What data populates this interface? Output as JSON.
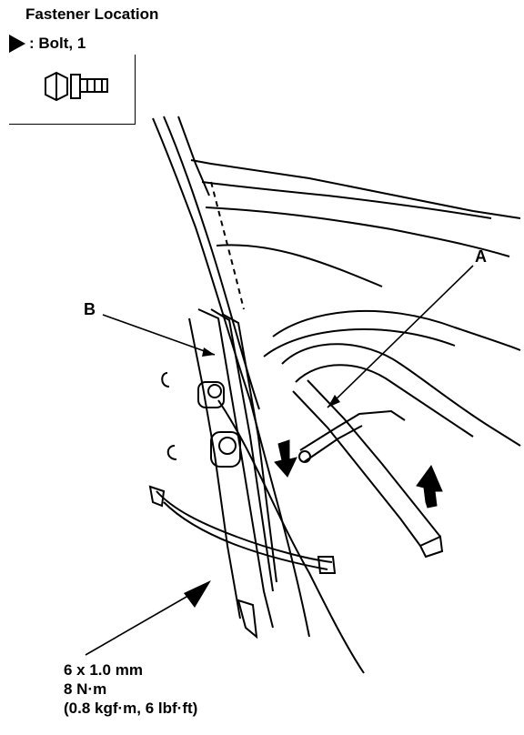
{
  "title": "Fastener Location",
  "legend": {
    "symbol": "triangle-pointer",
    "label": ": Bolt, 1"
  },
  "callouts": {
    "a": "A",
    "b": "B"
  },
  "torque_spec": {
    "size": "6 x 1.0 mm",
    "torque": "8 N·m",
    "alt_units": "(0.8 kgf·m, 6 lbf·ft)"
  }
}
